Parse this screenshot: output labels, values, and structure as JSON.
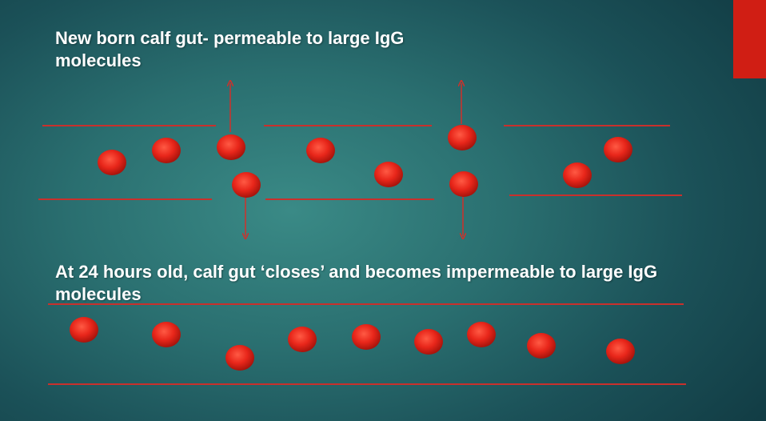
{
  "slide": {
    "heading_top": {
      "line1": "New born calf gut- permeable to large IgG",
      "line2": "molecules"
    },
    "heading_bottom": {
      "line1": "At 24 hours old, calf gut ‘closes’ and becomes impermeable to large IgG",
      "line2": "molecules"
    },
    "colors": {
      "background": "#2a6f70",
      "accent": "#d01e14",
      "molecule": "#e8261a",
      "gut_wall": "#c9302c",
      "text": "#ffffff"
    }
  }
}
